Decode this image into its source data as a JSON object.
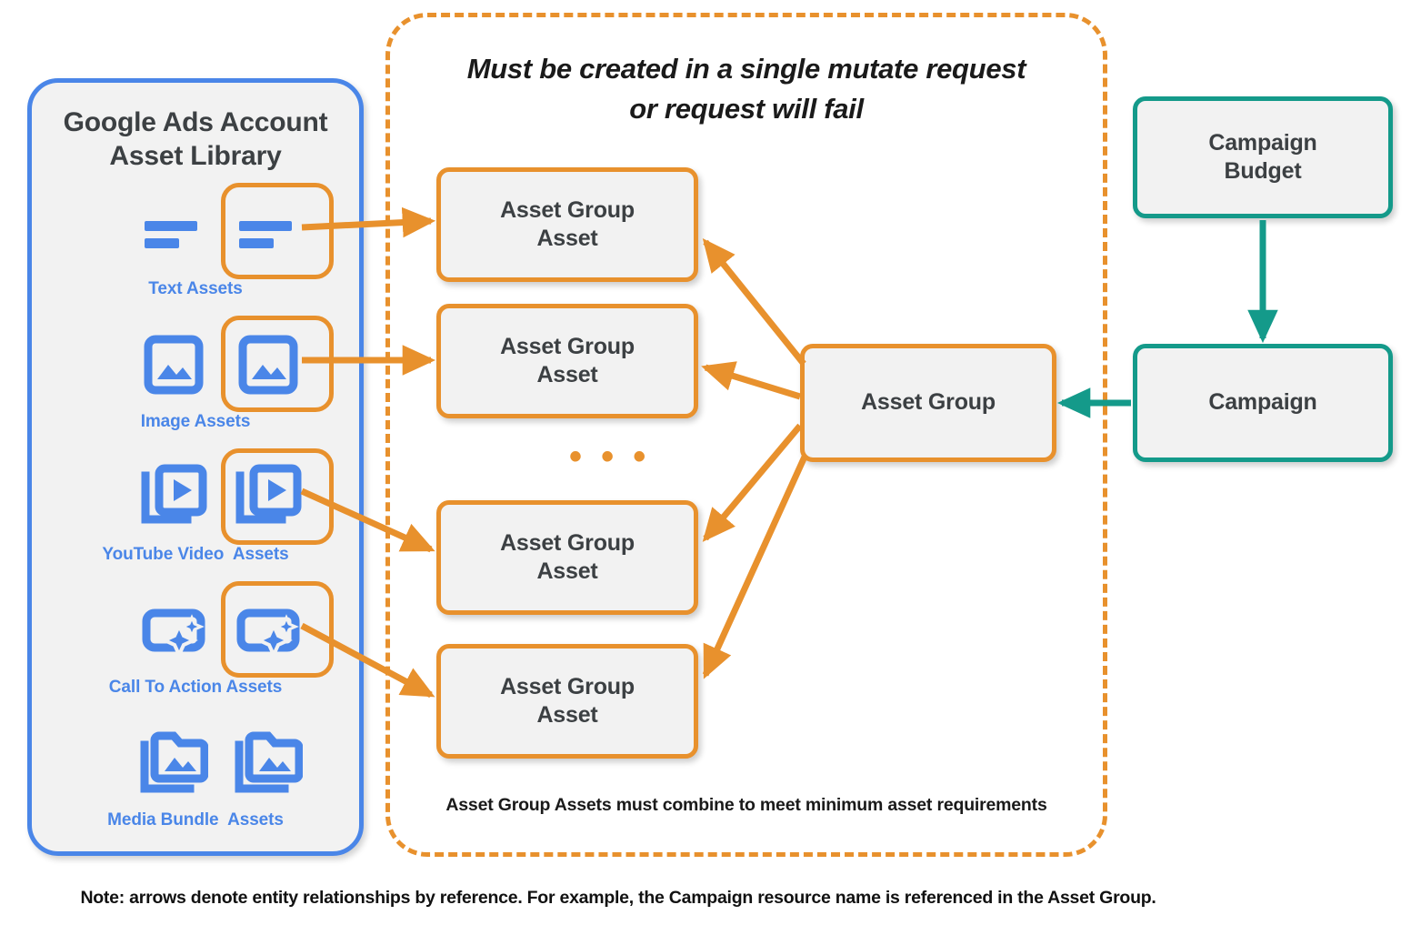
{
  "library": {
    "title_line1": "Google Ads Account",
    "title_line2": "Asset Library",
    "border_color": "#4a86e8",
    "icon_color": "#4a86e8",
    "ring_color": "#e8912d",
    "items": [
      {
        "label": "Text Assets",
        "icon": "text-lines-icon",
        "highlighted": true
      },
      {
        "label": "Image Assets",
        "icon": "image-icon",
        "highlighted": true
      },
      {
        "label": "YouTube Video  Assets",
        "icon": "video-play-icon",
        "highlighted": true
      },
      {
        "label": "Call To Action Assets",
        "icon": "call-to-action-icon",
        "highlighted": true
      },
      {
        "label": "Media Bundle  Assets",
        "icon": "media-bundle-icon",
        "highlighted": false
      }
    ]
  },
  "mutate": {
    "title_line1": "Must be created in a single mutate request",
    "title_line2": "or request will fail",
    "footnote": "Asset Group Assets must combine to meet minimum asset requirements",
    "border_color": "#e8912d",
    "asset_group_assets": [
      {
        "line1": "Asset Group",
        "line2": "Asset"
      },
      {
        "line1": "Asset Group",
        "line2": "Asset"
      },
      {
        "line1": "Asset Group",
        "line2": "Asset"
      },
      {
        "line1": "Asset Group",
        "line2": "Asset"
      }
    ],
    "ellipsis": "• • •"
  },
  "nodes": {
    "asset_group": {
      "label": "Asset Group",
      "color": "#e8912d"
    },
    "campaign_budget": {
      "line1": "Campaign",
      "line2": "Budget",
      "color": "#149a8a"
    },
    "campaign": {
      "label": "Campaign",
      "color": "#149a8a"
    }
  },
  "page_note": "Note: arrows denote entity relationships by reference. For example, the Campaign resource name is referenced in the Asset Group.",
  "colors": {
    "orange": "#e8912d",
    "blue": "#4a86e8",
    "teal": "#149a8a",
    "node_fill": "#f2f2f2",
    "text_dark": "#3c4043"
  }
}
